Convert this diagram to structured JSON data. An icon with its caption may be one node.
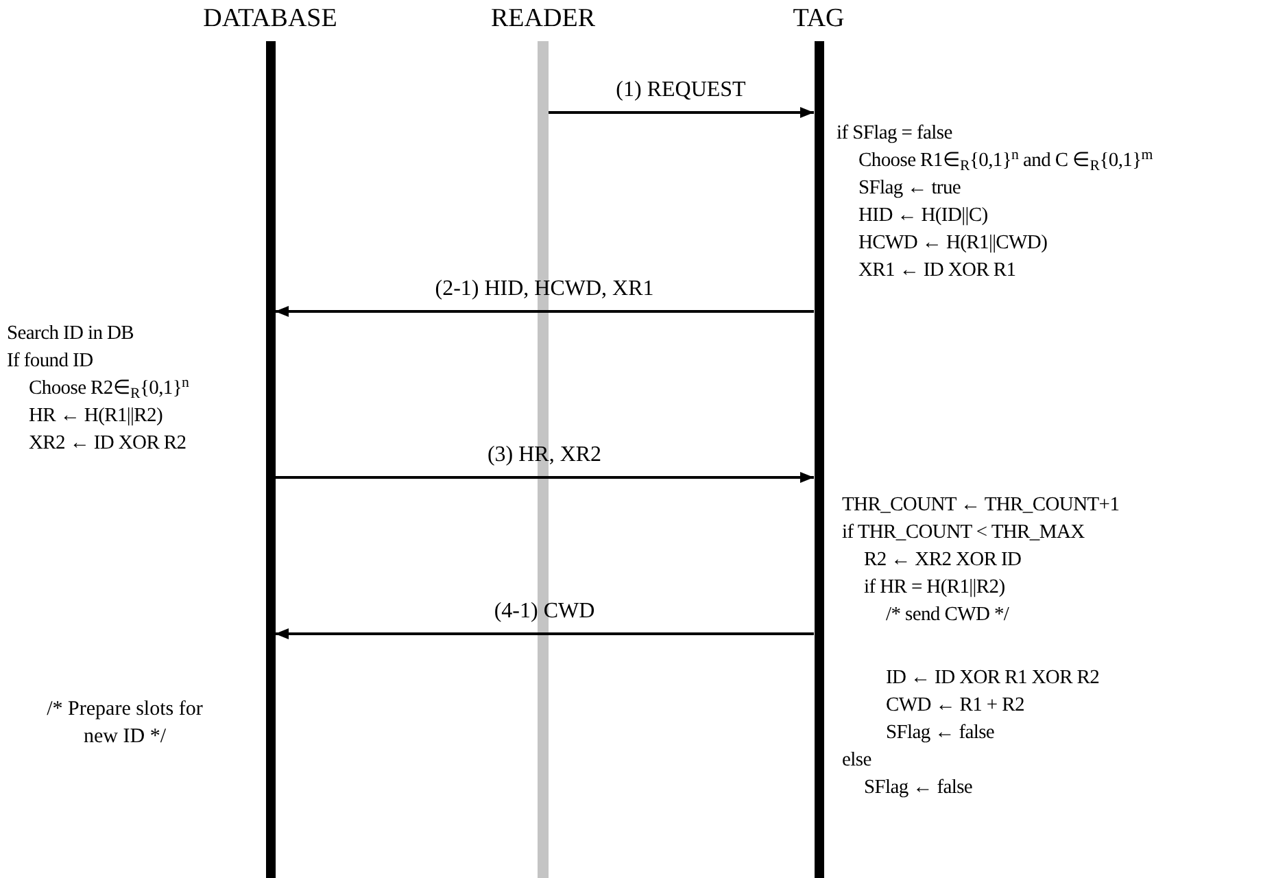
{
  "diagram": {
    "nodes": [
      {
        "text": [],
        "shape": "bar",
        "beside": [
          "DATABASE"
        ]
      },
      {
        "text": [],
        "shape": "bar",
        "beside": [
          "READER"
        ]
      },
      {
        "text": [],
        "shape": "bar",
        "beside": [
          "TAG"
        ]
      }
    ],
    "edges": [
      {
        "from": 1,
        "to": 2,
        "arrow": "to",
        "label": "(1) REQUEST"
      },
      {
        "from": 2,
        "to": 0,
        "arrow": "to",
        "label": "(2-1) HID, HCWD, XR1"
      },
      {
        "from": 0,
        "to": 2,
        "arrow": "to",
        "label": "(3) HR, XR2"
      },
      {
        "from": 2,
        "to": 0,
        "arrow": "to",
        "label": "(4-1) CWD"
      }
    ],
    "labels": [
      "if SFlag = false",
      "Choose R1∈$_{R}${0,1}$^{n}$ and C ∈$_{R}${0,1}$^{m}$",
      "SFlag ← true",
      "HID ← H(ID||C)",
      "HCWD ← H(R1||CWD)",
      "XR1 ← ID XOR R1",
      "Search ID in DB",
      "If found ID",
      "Choose R2∈$_{R}${0,1}$^{n}$",
      "HR ← H(R1||R2)",
      "XR2 ← ID XOR R2",
      "THR_COUNT ← THR_COUNT+1",
      "if THR_COUNT < THR_MAX",
      "R2 ← XR2 XOR ID",
      "if HR = H(R1||R2)",
      "/* send CWD */",
      "ID ← ID XOR R1 XOR R2",
      "CWD ← R1 + R2",
      "SFlag ← false",
      "else",
      "SFlag ← false",
      "/* Prepare slots for new ID */"
    ]
  }
}
